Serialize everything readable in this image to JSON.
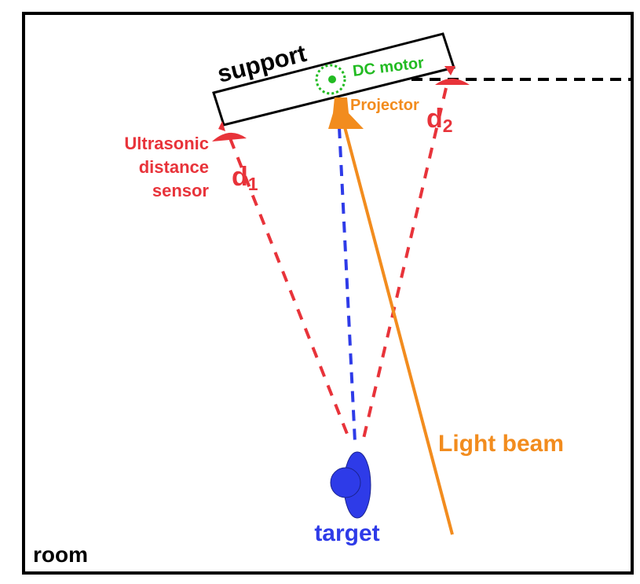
{
  "labels": {
    "room": "room",
    "support": "support",
    "dc_motor": "DC motor",
    "projector": "Projector",
    "sensor_line1": "Ultrasonic",
    "sensor_line2": "distance",
    "sensor_line3": "sensor",
    "d1_main": "d",
    "d1_sub": "1",
    "d2_main": "d",
    "d2_sub": "2",
    "light_beam": "Light beam",
    "target": "target"
  },
  "colors": {
    "frame": "#000000",
    "sensor": "#e8333a",
    "motor": "#22bb22",
    "projector": "#f28c1e",
    "target": "#2e3be8",
    "ground_ref": "#000000"
  }
}
